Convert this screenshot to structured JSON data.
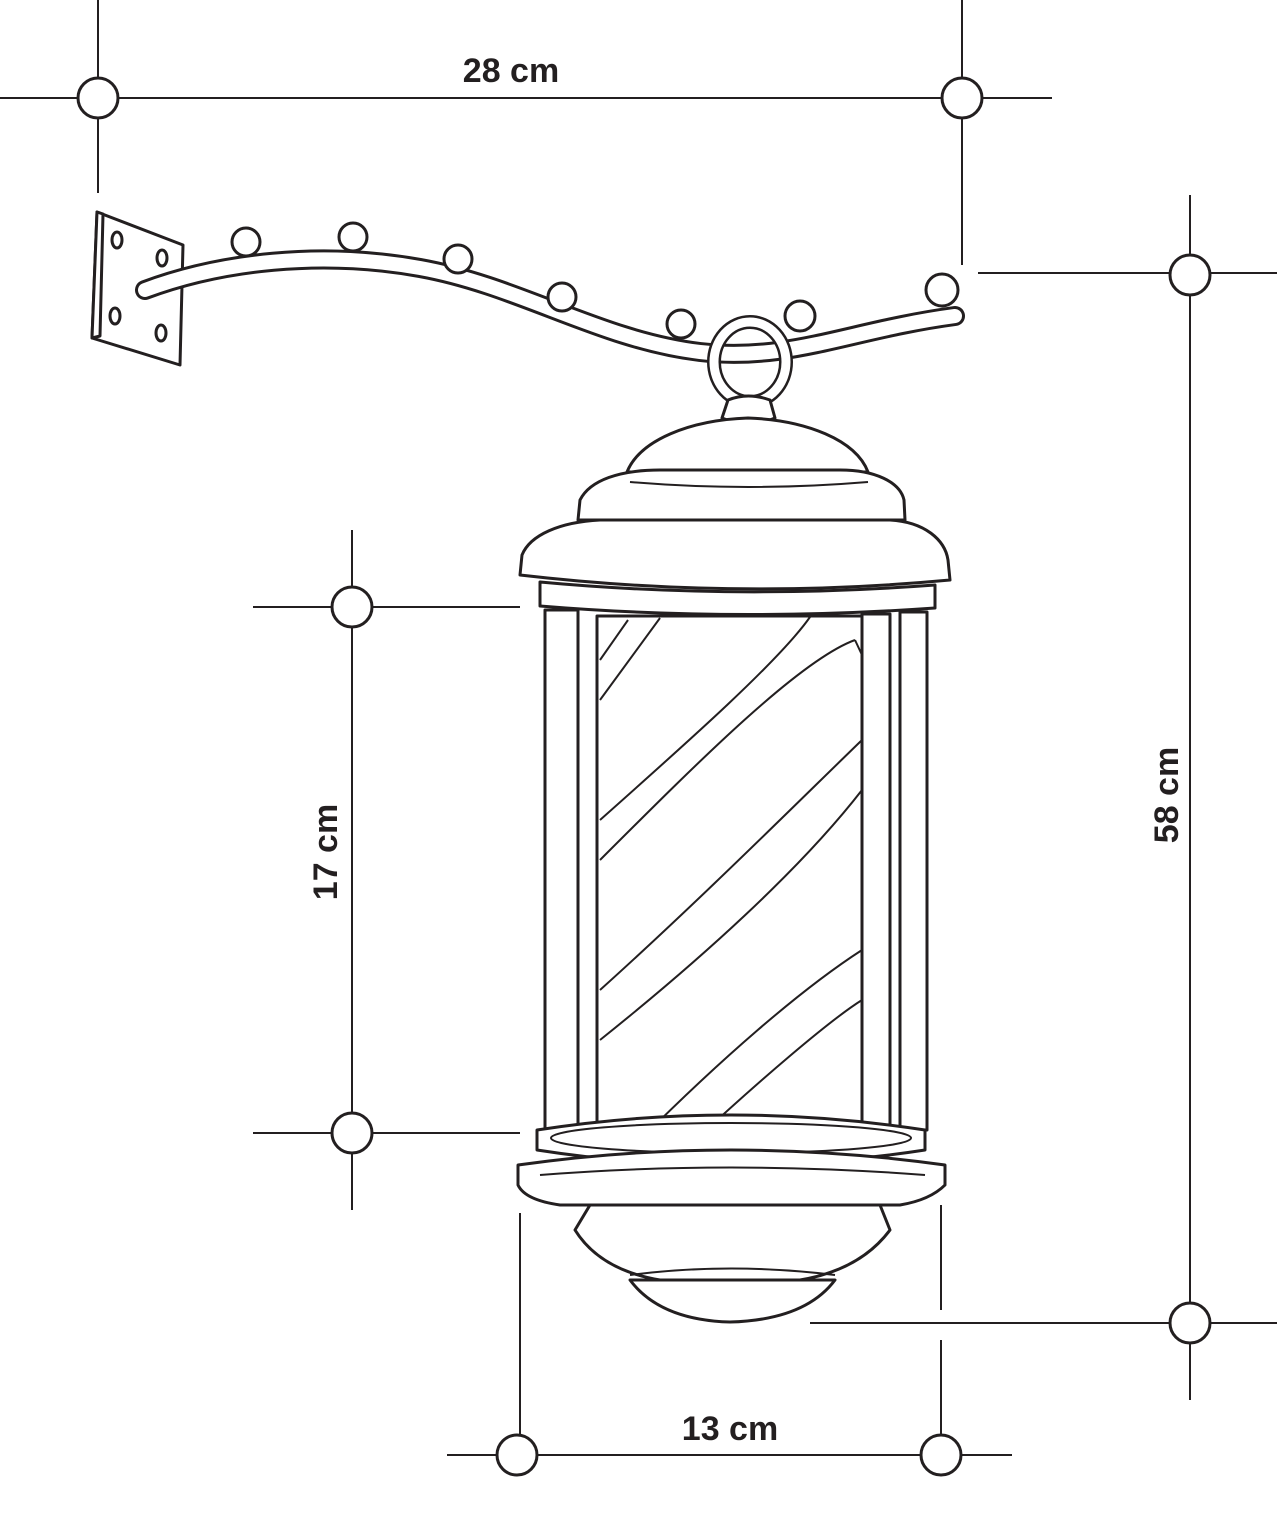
{
  "title": "Barber pole lamp dimensions",
  "dimensions": {
    "width_top": "28 cm",
    "height_total": "58 cm",
    "pole_height": "17 cm",
    "base_width": "13 cm"
  },
  "colors": {
    "line": "#231f20",
    "background": "#ffffff"
  }
}
